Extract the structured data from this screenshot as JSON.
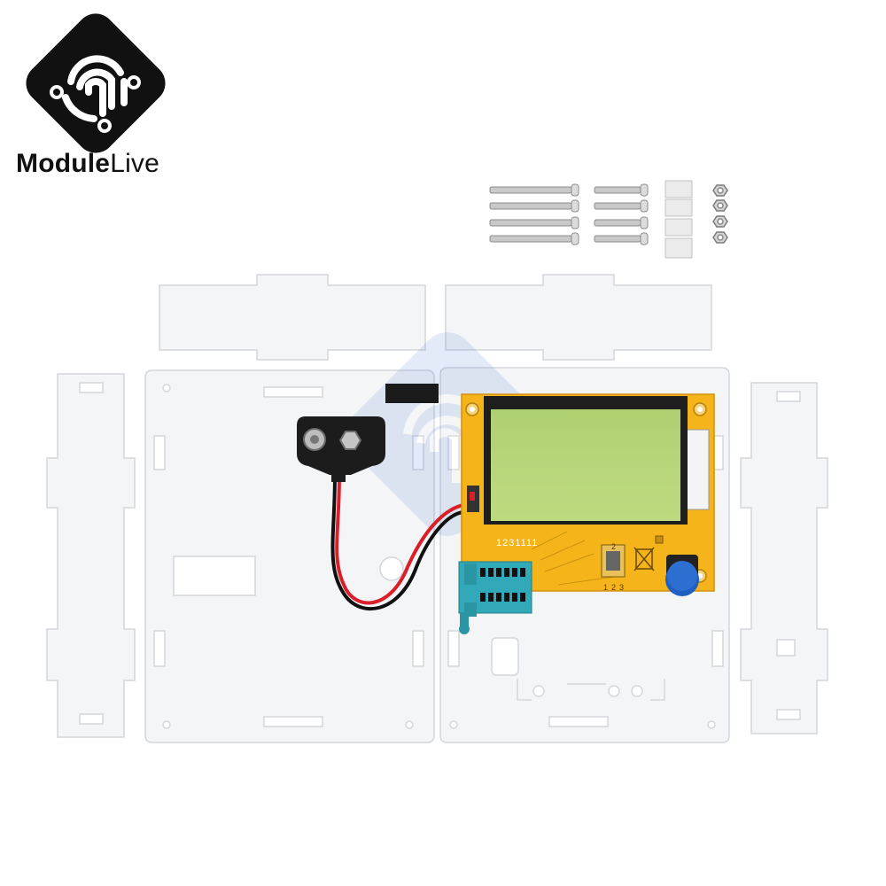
{
  "brand": {
    "name_bold": "Module",
    "name_light": "Live",
    "logo_icon": "modulelive-logo-icon"
  },
  "pcb": {
    "silkscreen_pins": "1231111",
    "test_pin_numbers": [
      "1",
      "2",
      "3"
    ],
    "board_color": "#f4b41a",
    "lcd_color": "#b9d77a",
    "button_color": "#2d6fd1"
  },
  "product": {
    "items": [
      "acrylic-case-panels",
      "battery-snap-connector",
      "long-screws",
      "short-screws",
      "nylon-spacers",
      "hex-nuts",
      "lcr-tester-board"
    ]
  }
}
